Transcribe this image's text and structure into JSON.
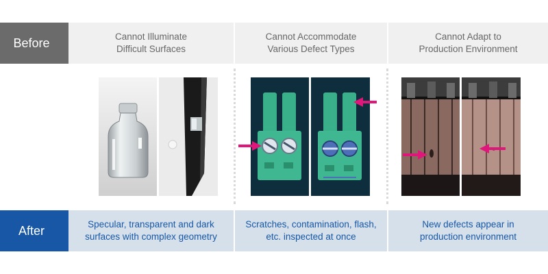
{
  "before": {
    "label": "Before",
    "captions": [
      [
        "Cannot Illuminate",
        "Difficult Surfaces"
      ],
      [
        "Cannot Accommodate",
        "Various Defect Types"
      ],
      [
        "Cannot Adapt to",
        "Production Environment"
      ]
    ]
  },
  "after": {
    "label": "After",
    "captions": [
      [
        "Specular, transparent and dark",
        "surfaces with complex geometry"
      ],
      [
        "Scratches, contamination, flash,",
        "etc. inspected at once"
      ],
      [
        "New defects appear in",
        "production environment"
      ]
    ]
  },
  "colors": {
    "before_tab": "#6b6b6b",
    "after_tab": "#1757a6",
    "after_text": "#1757a6",
    "defect_arrow": "#e0177a",
    "connector_green": "#3ab08a"
  },
  "images": [
    "glass-vial-photo",
    "black-plastic-part-photo",
    "green-terminal-block-photo",
    "green-terminal-block-defect-photo",
    "motor-commutator-photo",
    "motor-commutator-defect-photo"
  ]
}
